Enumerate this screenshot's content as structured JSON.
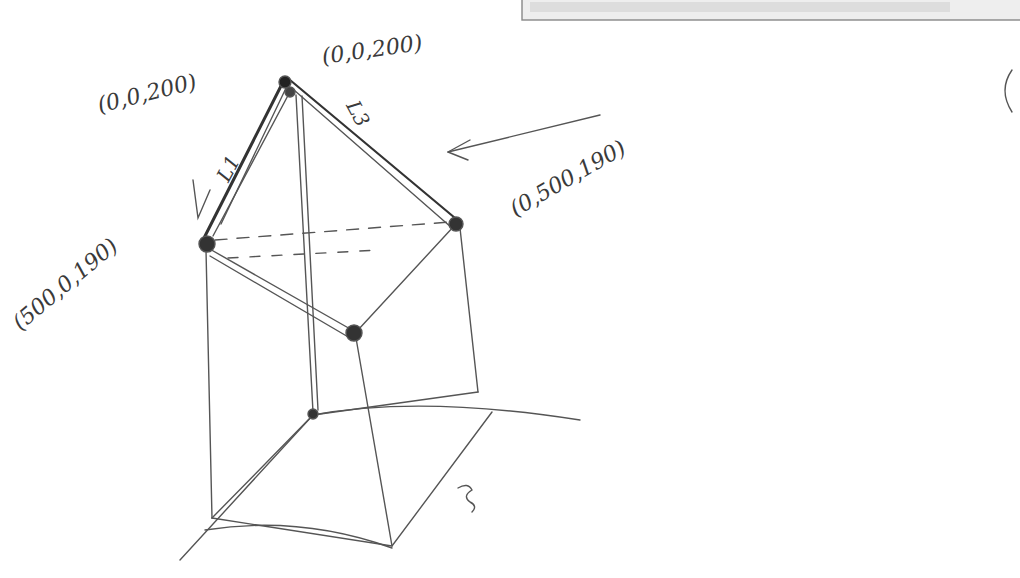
{
  "diagram": {
    "labels": [
      "(0,0,200)",
      "(0,0,200)",
      "(500,0,190)",
      "(0,500,190)",
      "L1",
      "L3"
    ]
  }
}
